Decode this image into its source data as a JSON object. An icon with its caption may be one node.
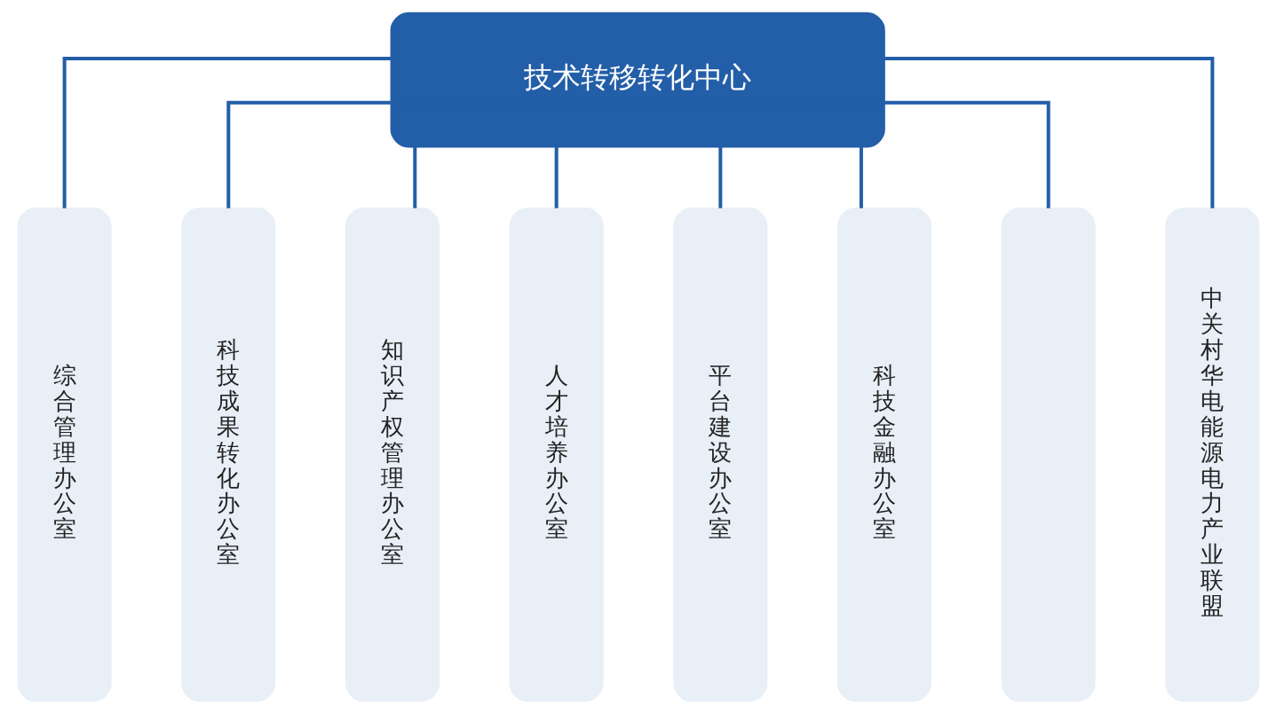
{
  "diagram": {
    "nodes": [
      {
        "text": [
          "技术转移转化中心"
        ]
      },
      {
        "text": [
          "综合管理办公室"
        ]
      },
      {
        "text": [
          "科技成果转化办公室"
        ]
      },
      {
        "text": [
          "知识产权管理办公室"
        ]
      },
      {
        "text": [
          "人才培养办公室"
        ]
      },
      {
        "text": [
          "平台建设办公室"
        ]
      },
      {
        "text": [
          "科技金融办公室"
        ]
      },
      {
        "text": [],
        "shape": "box"
      },
      {
        "text": [
          "中关村华电能源电力产业联盟"
        ]
      }
    ],
    "edges": [
      {
        "from": 0,
        "to": 1,
        "arrow": "none"
      },
      {
        "from": 0,
        "to": 2,
        "arrow": "none"
      },
      {
        "from": 0,
        "to": 3,
        "arrow": "none"
      },
      {
        "from": 0,
        "to": 4,
        "arrow": "none"
      },
      {
        "from": 0,
        "to": 5,
        "arrow": "none"
      },
      {
        "from": 0,
        "to": 6,
        "arrow": "none"
      },
      {
        "from": 0,
        "to": 7,
        "arrow": "none"
      },
      {
        "from": 0,
        "to": 8,
        "arrow": "none"
      }
    ]
  }
}
